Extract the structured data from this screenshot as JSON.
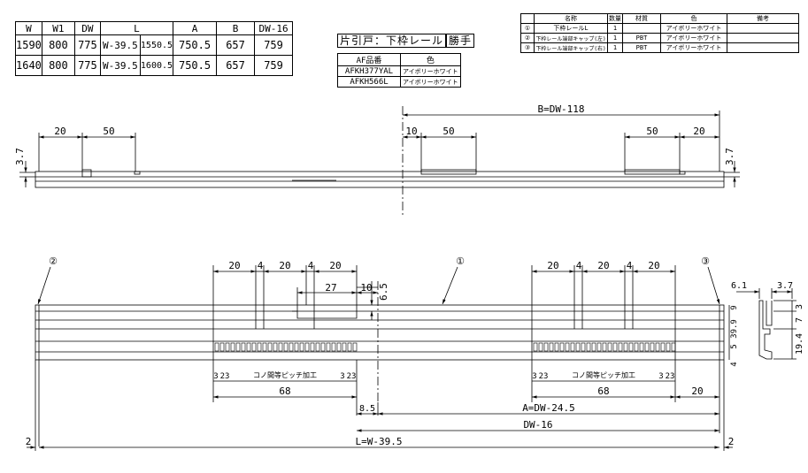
{
  "dim_table": {
    "headers": [
      "W",
      "W1",
      "DW",
      "L",
      "A",
      "B",
      "DW-16"
    ],
    "rows": [
      [
        "1590",
        "800",
        "775",
        "W-39.5",
        "1550.5",
        "750.5",
        "657",
        "759"
      ],
      [
        "1640",
        "800",
        "775",
        "W-39.5",
        "1600.5",
        "750.5",
        "657",
        "759"
      ]
    ]
  },
  "title": {
    "part1": "片引戸：下枠レール",
    "part2": "勝手"
  },
  "af_table": {
    "headers": [
      "AF品番",
      "色"
    ],
    "rows": [
      [
        "AFKH377YAL",
        "アイボリーホワイト"
      ],
      [
        "AFKH566L",
        "アイボリーホワイト"
      ]
    ]
  },
  "parts_table": {
    "headers": [
      "名称",
      "数量",
      "材質",
      "色",
      "備考"
    ],
    "rows": [
      [
        "①",
        "下枠レールL",
        "1",
        "",
        "アイボリーホワイト",
        ""
      ],
      [
        "②",
        "下枠レール端部キャップ(左)",
        "1",
        "PBT",
        "アイボリーホワイト",
        ""
      ],
      [
        "③",
        "下枠レール端部キャップ(右)",
        "1",
        "PBT",
        "アイボリーホワイト",
        ""
      ]
    ]
  },
  "top_view": {
    "b_label": "B=DW-118",
    "left_dims": [
      "20",
      "50"
    ],
    "right_dims": [
      "10",
      "50",
      "50",
      "20"
    ],
    "height_left": "3.7",
    "height_right": "3.7"
  },
  "front_view": {
    "callouts": [
      "②",
      "①",
      "③"
    ],
    "left_group": [
      "20",
      "4",
      "20",
      "4",
      "20"
    ],
    "right_group": [
      "20",
      "4",
      "20",
      "4",
      "20"
    ],
    "dim_27": "27",
    "dim_10": "10",
    "dim_6_5": "6.5",
    "pitch_note": "コノ間等ピッチ加工",
    "small_3": "3",
    "small_23": "23",
    "dim_68": "68",
    "dim_20": "20",
    "dim_8_5": "8.5",
    "a_label": "A=DW-24.5",
    "dw16_label": "DW-16",
    "l_label": "L=W-39.5",
    "end_2": "2"
  },
  "section_view": {
    "top_left": "6.1",
    "top_right": "3.7",
    "right_dims": [
      "3",
      "7",
      "19.4"
    ],
    "left_dims": [
      "9",
      "39.9",
      "5",
      "4"
    ]
  }
}
